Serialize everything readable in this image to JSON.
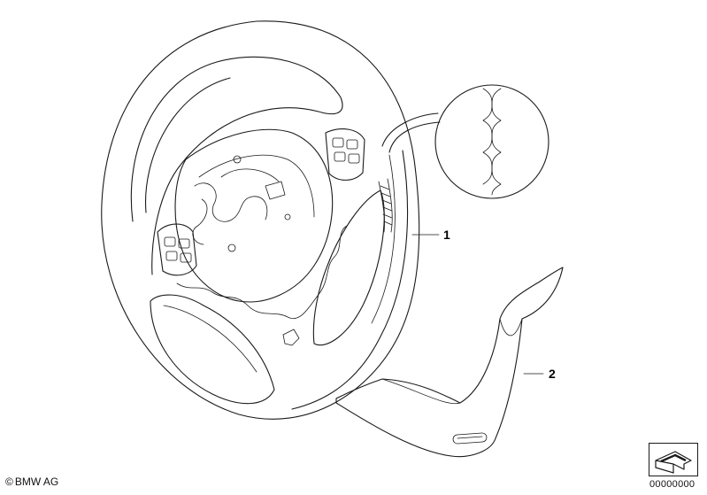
{
  "callouts": {
    "part1": "1",
    "part2": "2"
  },
  "footer": {
    "copyright_symbol": "©",
    "copyright_text": "BMW AG",
    "diagram_number": "00000000"
  },
  "icons": {
    "nav": "view-orientation-arrow-icon"
  }
}
